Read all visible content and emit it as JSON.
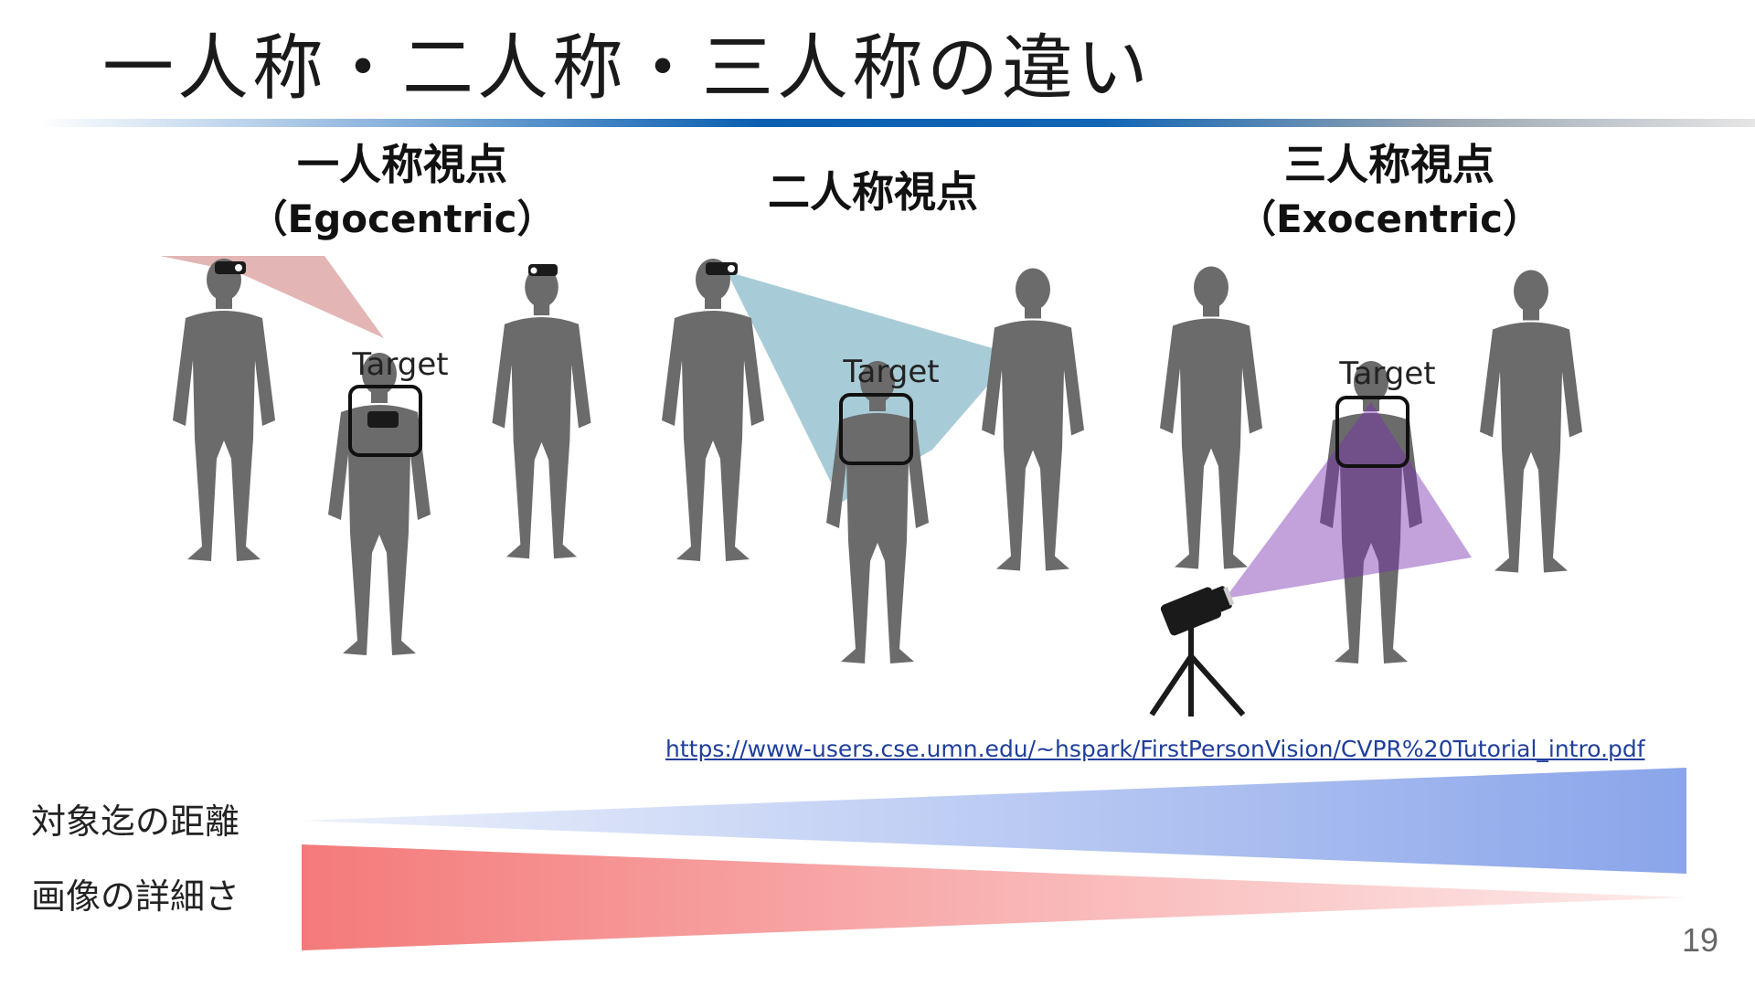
{
  "slide": {
    "title": "一人称・二人称・三人称の違い",
    "page_number": "19"
  },
  "views": {
    "first": {
      "title": "一人称視点",
      "subtitle": "（Egocentric）"
    },
    "second": {
      "title": "二人称視点"
    },
    "third": {
      "title": "三人称視点",
      "subtitle": "（Exocentric）"
    }
  },
  "target_labels": {
    "first": "Target",
    "second": "Target",
    "third": "Target"
  },
  "source": {
    "url": "https://www-users.cse.umn.edu/~hspark/FirstPersonVision/CVPR%20Tutorial_intro.pdf"
  },
  "comparison": {
    "distance_label": "対象迄の距離",
    "detail_label": "画像の詳細さ"
  },
  "colors": {
    "silhouette": "#6b6b6b",
    "first_cone": "#c25a5a",
    "second_cone": "#3d8fa6",
    "third_cone": "#7a2fb0",
    "distance_wedge": "#8aa5ea",
    "detail_wedge": "#f47a7a",
    "title_rule": "#0a5fb0",
    "link": "#1f3f9b"
  }
}
